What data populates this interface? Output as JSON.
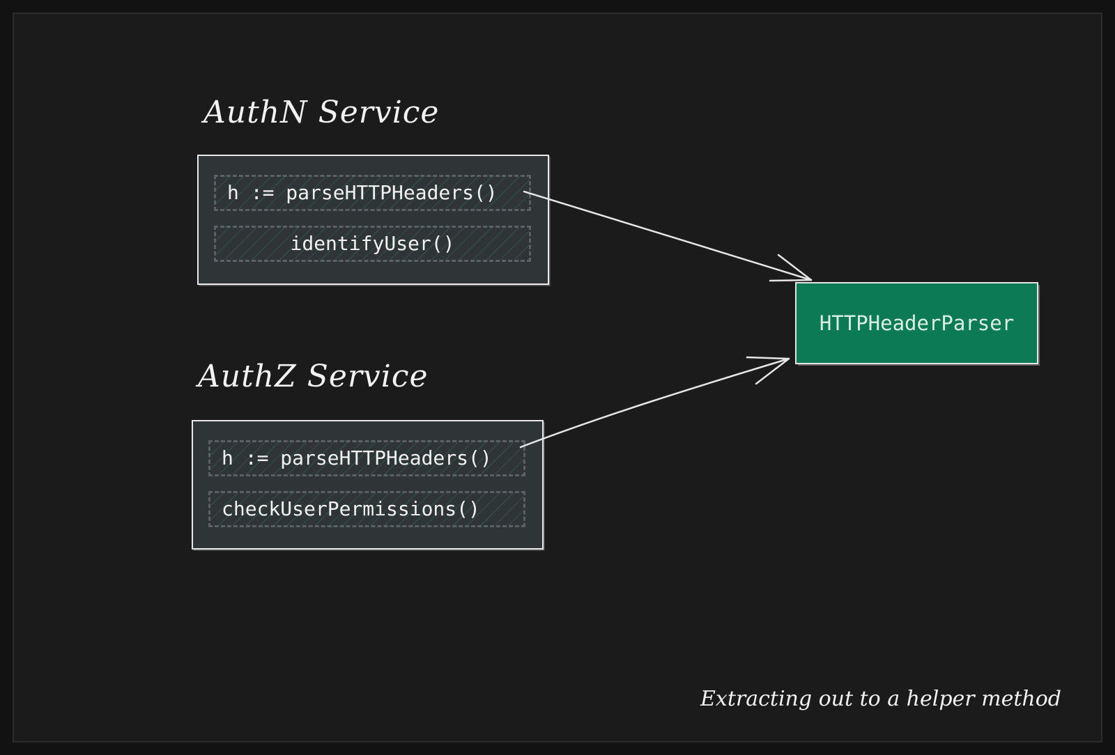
{
  "authn": {
    "title": "AuthN Service",
    "lines": [
      "h := parseHTTPHeaders()",
      "identifyUser()"
    ]
  },
  "authz": {
    "title": "AuthZ Service",
    "lines": [
      "h := parseHTTPHeaders()",
      "checkUserPermissions()"
    ]
  },
  "helper": {
    "label": "HTTPHeaderParser",
    "color": "#0c7a55"
  },
  "caption": "Extracting out to a helper method",
  "colors": {
    "background": "#1b1b1b",
    "box_fill": "#2f3437",
    "stroke": "#e8e8e8"
  }
}
